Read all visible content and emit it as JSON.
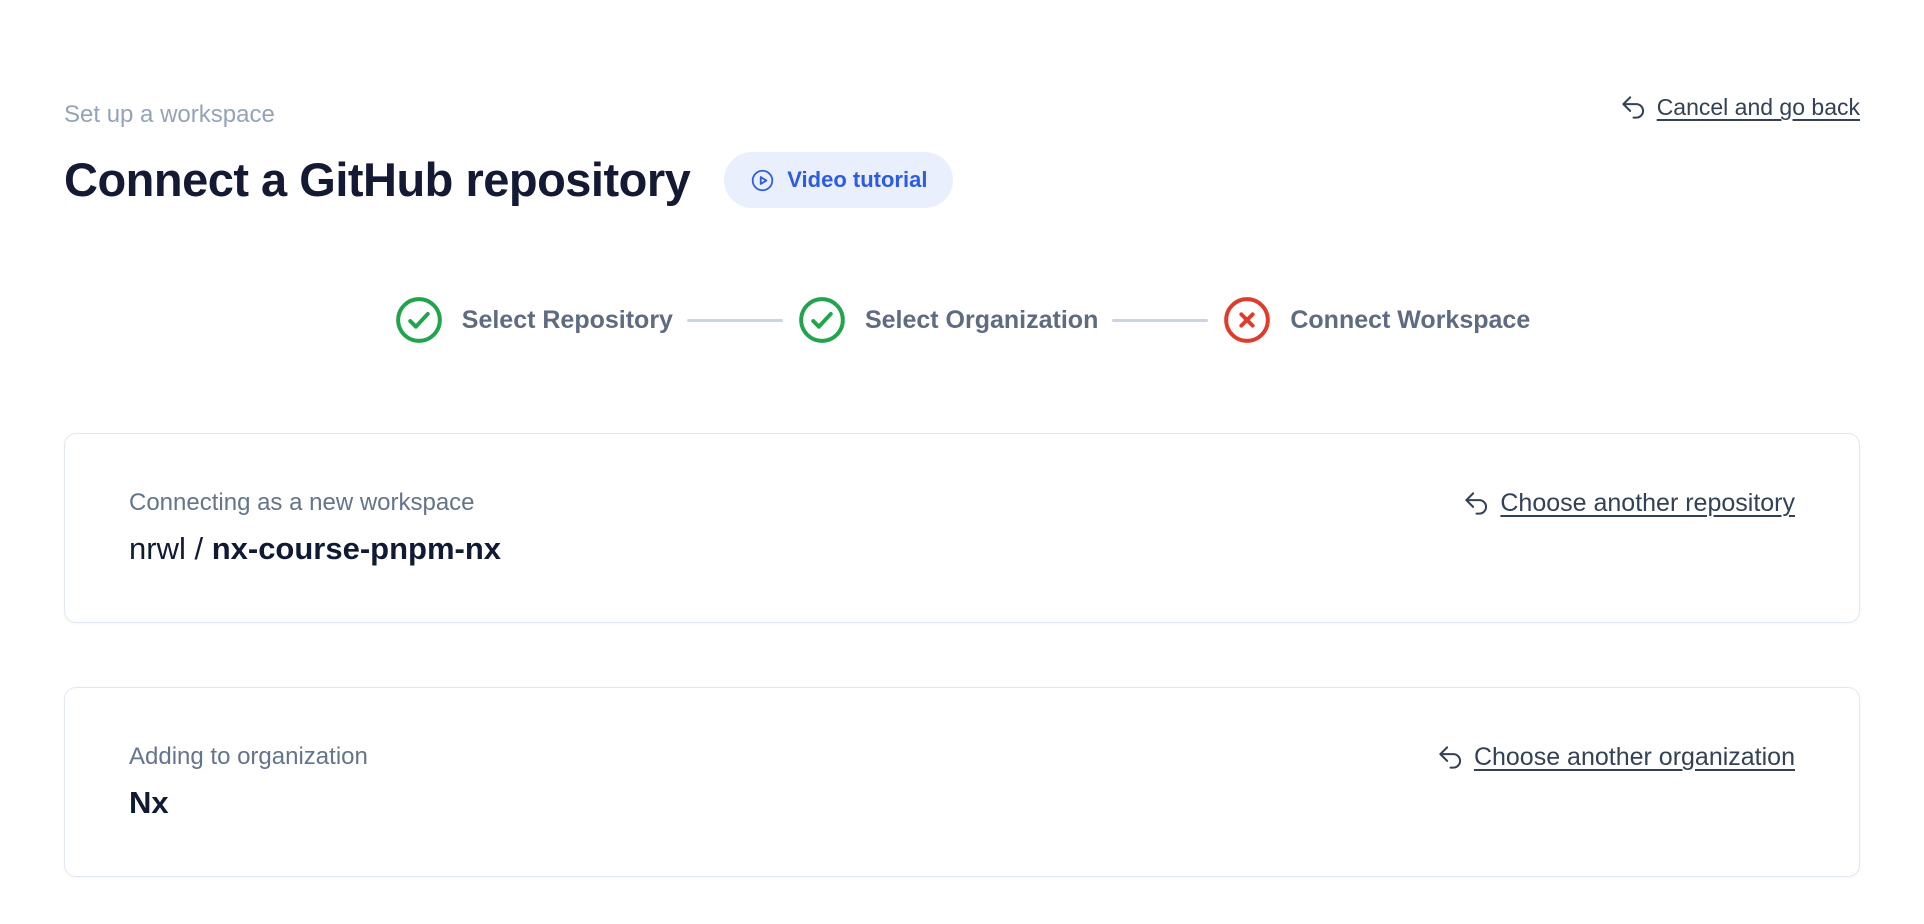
{
  "header": {
    "eyebrow": "Set up a workspace",
    "title": "Connect a GitHub repository",
    "video_button_label": "Video tutorial",
    "cancel_label": "Cancel and go back"
  },
  "stepper": {
    "steps": [
      {
        "label": "Select Repository",
        "status": "complete",
        "icon": "check-circle-icon"
      },
      {
        "label": "Select Organization",
        "status": "complete",
        "icon": "check-circle-icon"
      },
      {
        "label": "Connect Workspace",
        "status": "error",
        "icon": "x-circle-icon"
      }
    ]
  },
  "cards": {
    "repository": {
      "label": "Connecting as a new workspace",
      "owner": "nrwl / ",
      "repo": "nx-course-pnpm-nx",
      "action_label": "Choose another repository"
    },
    "organization": {
      "label": "Adding to organization",
      "name": "Nx",
      "action_label": "Choose another organization"
    }
  },
  "colors": {
    "success_green": "#22a34d",
    "error_red": "#dd3d2b",
    "accent_blue": "#2d5be3",
    "accent_blue_bg": "#e9effc"
  }
}
